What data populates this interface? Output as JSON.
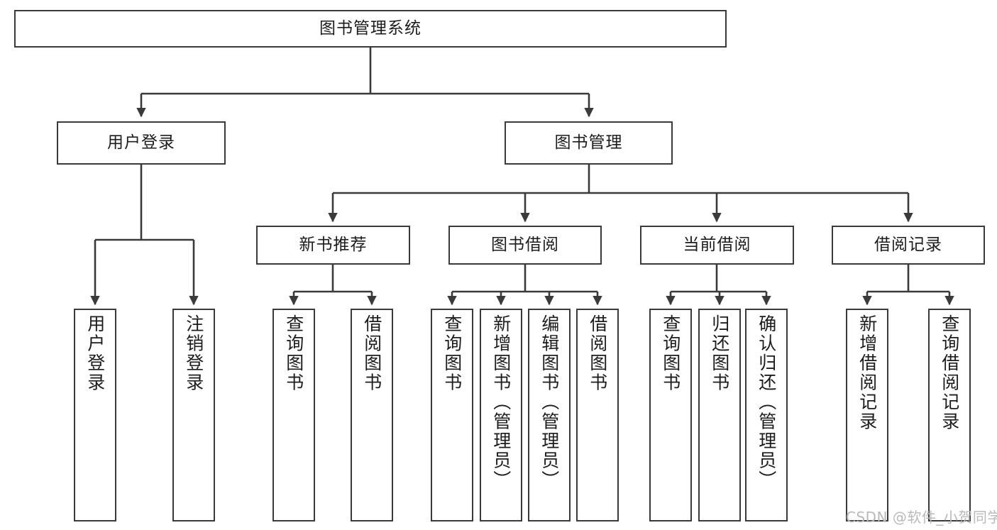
{
  "diagram": {
    "title": "图书管理系统",
    "type": "hierarchy-tree",
    "colors": {
      "box_border": "#3a3a3a",
      "box_fill": "#ffffff",
      "edge": "#3a3a3a",
      "text": "#1c1c1c",
      "watermark": "#b9b9b9",
      "background": "#ffffff"
    },
    "nodes": {
      "root": {
        "label": "图书管理系统"
      },
      "level2": [
        {
          "label": "用户登录"
        },
        {
          "label": "图书管理"
        }
      ],
      "level3": [
        {
          "label": "新书推荐"
        },
        {
          "label": "图书借阅"
        },
        {
          "label": "当前借阅"
        },
        {
          "label": "借阅记录"
        }
      ],
      "leaves": {
        "user_login": [
          {
            "label": "用户登录"
          },
          {
            "label": "注销登录"
          }
        ],
        "new_book_recommend": [
          {
            "label": "查询图书"
          },
          {
            "label": "借阅图书"
          }
        ],
        "book_borrow": [
          {
            "label": "查询图书"
          },
          {
            "label": "新增图书（管理员）"
          },
          {
            "label": "编辑图书（管理员）"
          },
          {
            "label": "借阅图书"
          }
        ],
        "current_borrow": [
          {
            "label": "查询图书"
          },
          {
            "label": "归还图书"
          },
          {
            "label": "确认归还（管理员）"
          }
        ],
        "borrow_record": [
          {
            "label": "新增借阅记录"
          },
          {
            "label": "查询借阅记录"
          }
        ]
      }
    },
    "watermark": "CSDN @软件_小贺同学"
  }
}
